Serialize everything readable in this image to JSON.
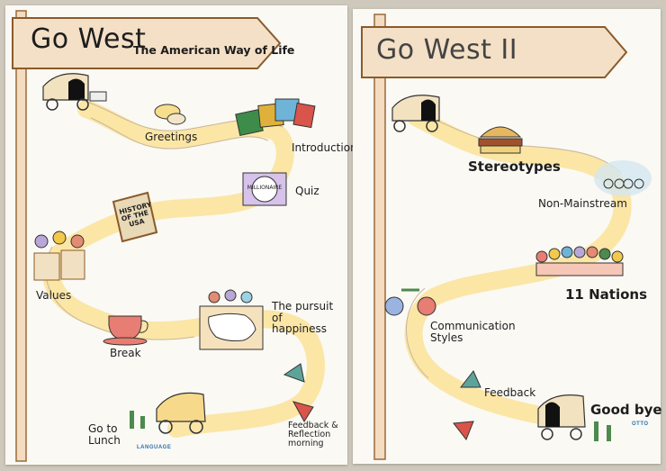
{
  "left_chart": {
    "title": "Go West",
    "subtitle": "The American Way of Life",
    "stations": [
      {
        "label": "Greetings"
      },
      {
        "label": "Introduction"
      },
      {
        "label": "Quiz"
      },
      {
        "label": "HISTORY OF THE USA"
      },
      {
        "label": "Values"
      },
      {
        "label": "Break"
      },
      {
        "label": "The pursuit of happiness"
      },
      {
        "label": "Go to Lunch"
      },
      {
        "label": "Feedback & Reflection morning"
      }
    ],
    "quiz_badge": "MILLIONAIRE",
    "logo_text": "LANGUAGE"
  },
  "right_chart": {
    "title": "Go West II",
    "stations": [
      {
        "label": "Stereotypes"
      },
      {
        "label": "Non-Mainstream"
      },
      {
        "label": "11 Nations"
      },
      {
        "label": "Communication Styles"
      },
      {
        "label": "Feedback"
      },
      {
        "label": "Good bye"
      }
    ],
    "logo_text": "OTTO"
  },
  "colors": {
    "sign_fill": "#f4e0c6",
    "sign_stroke": "#8b5a2b",
    "path_fill": "#fbe6a6",
    "paper": "#faf9f4"
  }
}
